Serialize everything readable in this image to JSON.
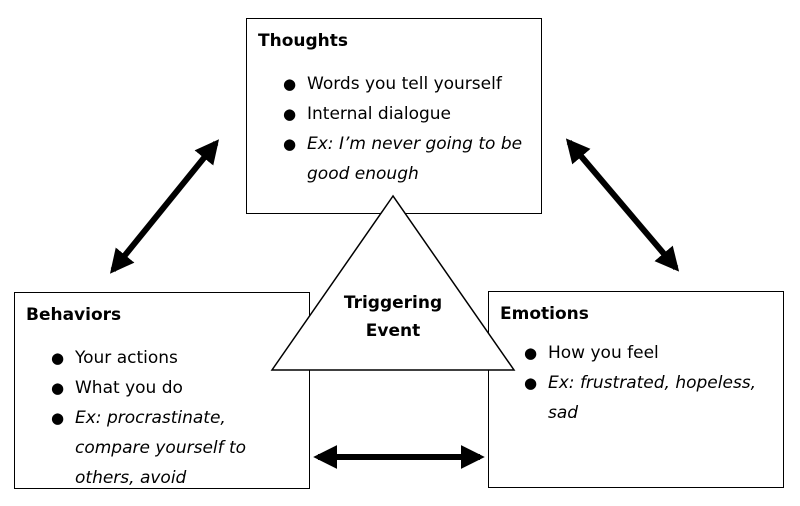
{
  "thoughts": {
    "title": "Thoughts",
    "items": [
      "Words you tell yourself",
      "Internal dialogue"
    ],
    "example_prefix": "Ex:",
    "example_line1": "I’m never going to be",
    "example_line2": "good enough"
  },
  "behaviors": {
    "title": "Behaviors",
    "items": [
      "Your actions",
      "What you do"
    ],
    "example_prefix": "Ex:",
    "example_line1": "procrastinate,",
    "example_line2": "compare yourself to",
    "example_line3": "others, avoid"
  },
  "emotions": {
    "title": "Emotions",
    "items": [
      "How you feel"
    ],
    "example_prefix": "Ex:",
    "example_line1": "frustrated, hopeless,",
    "example_line2": "sad"
  },
  "center": {
    "line1": "Triggering",
    "line2": "Event"
  },
  "bullet_glyph": "●"
}
